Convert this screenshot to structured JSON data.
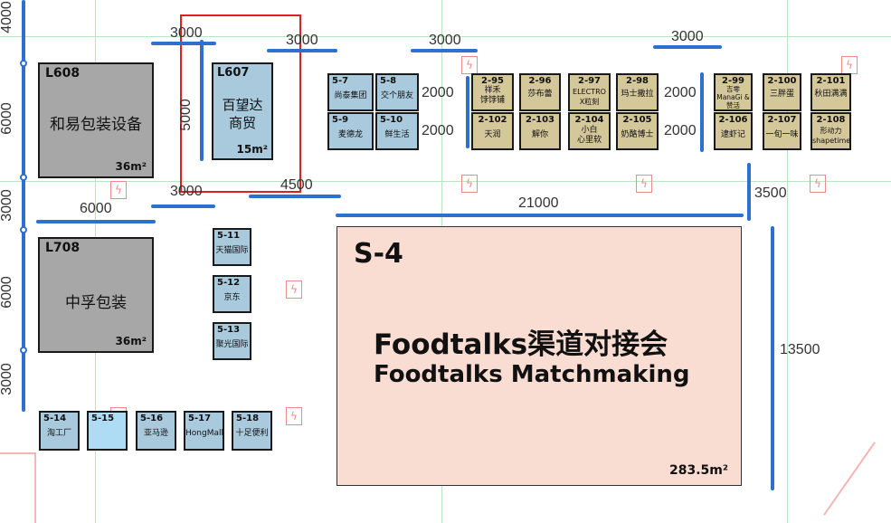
{
  "booths_large": [
    {
      "id": "L608",
      "name": "和易包装设备",
      "area": "36m²"
    },
    {
      "id": "L708",
      "name": "中孚包装",
      "area": "36m²"
    }
  ],
  "highlight_booth": {
    "id": "L607",
    "name_line1": "百望达",
    "name_line2": "商贸",
    "area": "15m²"
  },
  "booths_5_small": [
    {
      "id": "5-7",
      "name": "尚泰集团"
    },
    {
      "id": "5-8",
      "name": "交个朋友"
    },
    {
      "id": "5-9",
      "name": "麦德龙"
    },
    {
      "id": "5-10",
      "name": "鲜生活"
    },
    {
      "id": "5-11",
      "name": "天猫国际"
    },
    {
      "id": "5-12",
      "name": "京东"
    },
    {
      "id": "5-13",
      "name": "聚光国际"
    },
    {
      "id": "5-14",
      "name": "淘工厂"
    },
    {
      "id": "5-15",
      "name": ""
    },
    {
      "id": "5-16",
      "name": "亚马逊"
    },
    {
      "id": "5-17",
      "name": "HongMall"
    },
    {
      "id": "5-18",
      "name": "十足便利"
    }
  ],
  "booths_2_top": [
    {
      "id": "2-95",
      "name": "祥禾\n饽饽铺"
    },
    {
      "id": "2-96",
      "name": "莎布蕾"
    },
    {
      "id": "2-97",
      "name": "ELECTRO\nX粒刻"
    },
    {
      "id": "2-98",
      "name": "玛士撒拉"
    },
    {
      "id": "2-99",
      "name": "吉零\nManaGi &\n赞活"
    },
    {
      "id": "2-100",
      "name": "三胖蛋"
    },
    {
      "id": "2-101",
      "name": "秋田满满"
    }
  ],
  "booths_2_bottom": [
    {
      "id": "2-102",
      "name": "天润"
    },
    {
      "id": "2-103",
      "name": "解你"
    },
    {
      "id": "2-104",
      "name": "小白\n心里软"
    },
    {
      "id": "2-105",
      "name": "奶酪博士"
    },
    {
      "id": "2-106",
      "name": "逮虾记"
    },
    {
      "id": "2-107",
      "name": "一旬一味"
    },
    {
      "id": "2-108",
      "name": "形动力\nshapetime"
    }
  ],
  "main_area": {
    "id": "S-4",
    "title_cn": "Foodtalks渠道对接会",
    "title_en": "Foodtalks Matchmaking",
    "area": "283.5m²"
  },
  "dimensions": {
    "top_3000_a": "3000",
    "top_3000_b": "3000",
    "top_3000_c": "3000",
    "top_3000_d": "3000",
    "mid_3000": "3000",
    "mid_4500": "4500",
    "mid_6000": "6000",
    "mid_21000": "21000",
    "right_3500": "3500",
    "right_13500": "13500",
    "row_2000_a": "2000",
    "row_2000_b": "2000",
    "row_2000_c": "2000",
    "row_2000_d": "2000",
    "left_4000": "4000",
    "left_6000_a": "6000",
    "left_3000_a": "3000",
    "left_6000_b": "6000",
    "left_3000_b": "3000",
    "l607_5000": "5000"
  },
  "colors": {
    "accent_line": "#2e6fd0",
    "highlight_border": "#e02020",
    "outlet": "#f08a8a"
  },
  "icons": [
    "power-outlet-icon"
  ]
}
